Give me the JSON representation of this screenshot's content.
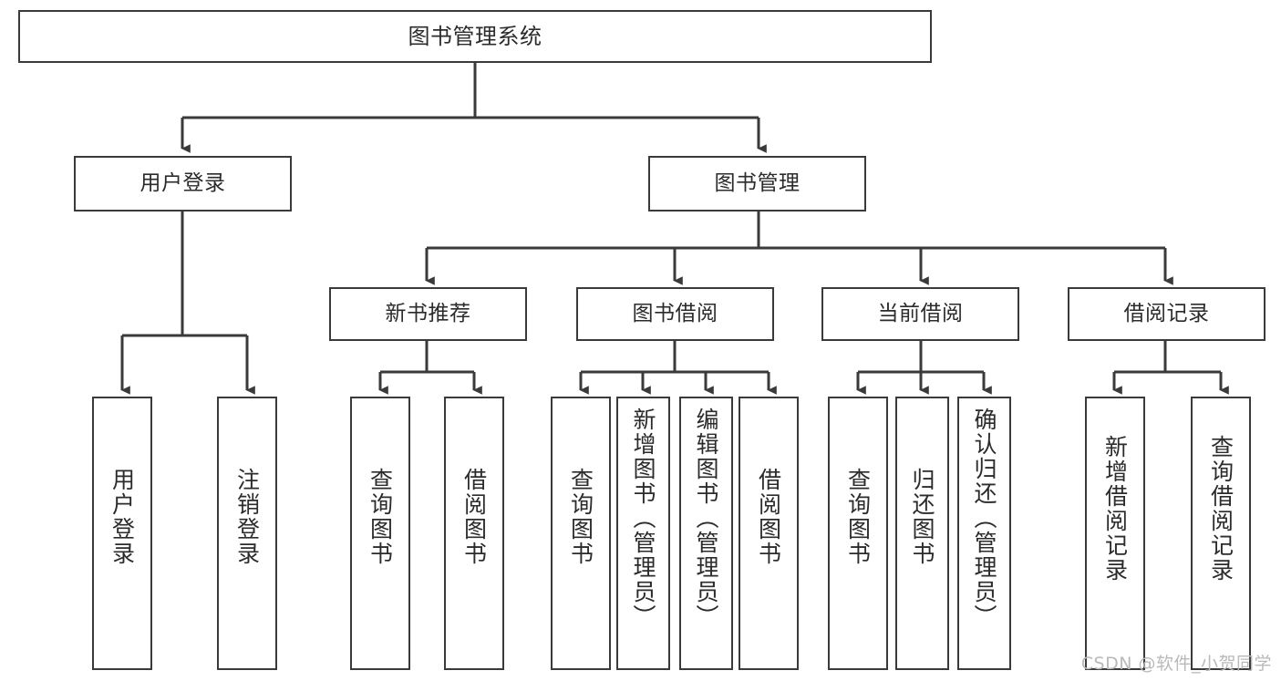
{
  "diagram": {
    "title": "图书管理系统",
    "watermark": "CSDN @软件_小贺同学",
    "colors": {
      "stroke": "#3a3a3a",
      "fill": "#ffffff",
      "text": "#2b2b2b",
      "watermark": "#b9b9b9"
    },
    "levels": {
      "root": {
        "label": "图书管理系统"
      },
      "level2": [
        {
          "label": "用户登录"
        },
        {
          "label": "图书管理"
        }
      ],
      "level3": [
        {
          "label": "新书推荐"
        },
        {
          "label": "图书借阅"
        },
        {
          "label": "当前借阅"
        },
        {
          "label": "借阅记录"
        }
      ],
      "leaves": [
        {
          "label": "用户登录",
          "parent": "用户登录"
        },
        {
          "label": "注销登录",
          "parent": "用户登录"
        },
        {
          "label": "查询图书",
          "parent": "新书推荐"
        },
        {
          "label": "借阅图书",
          "parent": "新书推荐"
        },
        {
          "label": "查询图书",
          "parent": "图书借阅"
        },
        {
          "label": "新增图书（管理员）",
          "parent": "图书借阅"
        },
        {
          "label": "编辑图书（管理员）",
          "parent": "图书借阅"
        },
        {
          "label": "借阅图书",
          "parent": "图书借阅"
        },
        {
          "label": "查询图书",
          "parent": "当前借阅"
        },
        {
          "label": "归还图书",
          "parent": "当前借阅"
        },
        {
          "label": "确认归还（管理员）",
          "parent": "当前借阅"
        },
        {
          "label": "新增借阅记录",
          "parent": "借阅记录"
        },
        {
          "label": "查询借阅记录",
          "parent": "借阅记录"
        }
      ]
    }
  }
}
